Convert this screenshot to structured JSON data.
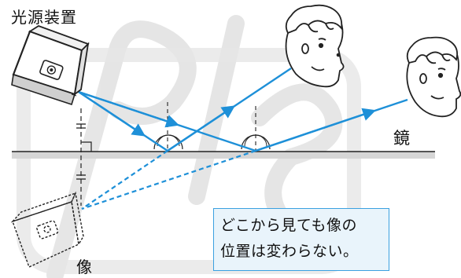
{
  "labels": {
    "source": "光源装置",
    "mirror": "鏡",
    "image": "像"
  },
  "note": {
    "line1": "どこから見ても像の",
    "line2": "位置は変わらない。"
  },
  "colors": {
    "ray": "#1e90d8",
    "mirror_bar": "#d6d6d6",
    "note_border": "#3aa0e0",
    "note_fill": "#e9f4fb",
    "watermark": "#dcdcdc"
  },
  "icons": [
    "light-source-device-icon",
    "virtual-image-device-icon",
    "eye-icon",
    "observer-face-icon"
  ]
}
